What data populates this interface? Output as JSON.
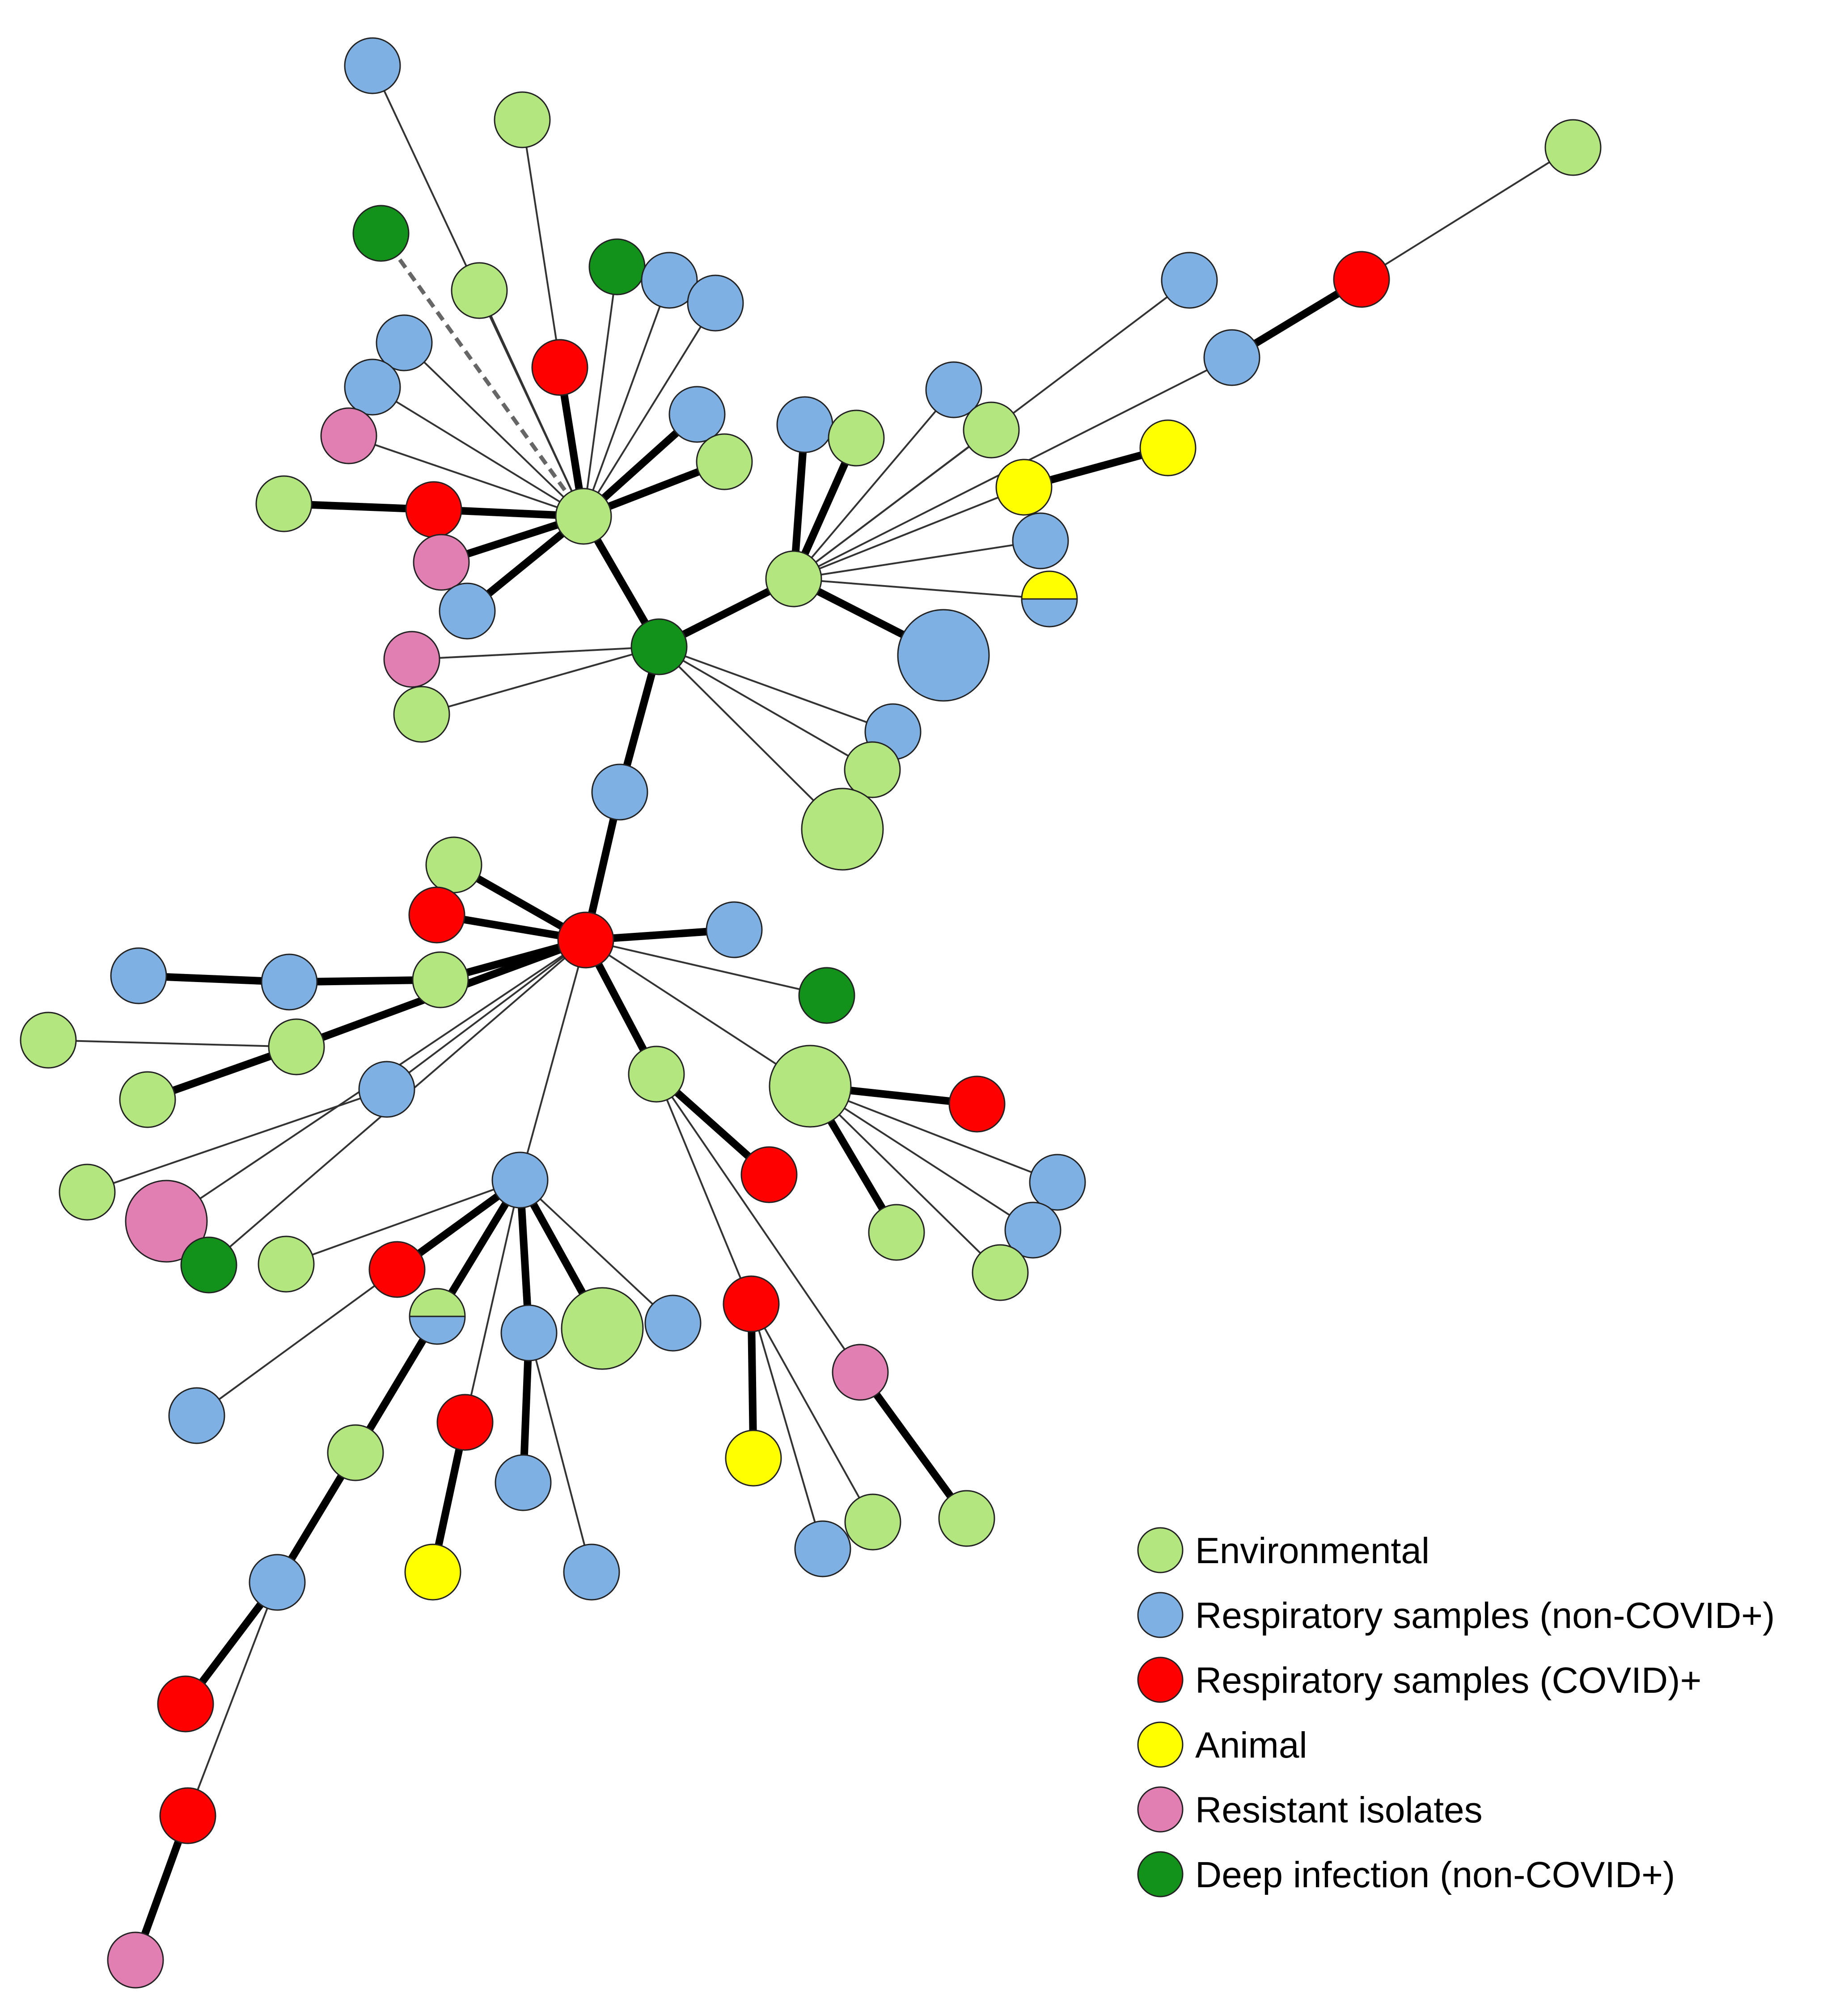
{
  "legend": {
    "items": [
      {
        "key": "env",
        "label": "Environmental",
        "color": "#b3e67e"
      },
      {
        "key": "resp",
        "label": "Respiratory samples (non-COVID+)",
        "color": "#7eb0e3"
      },
      {
        "key": "covid",
        "label": "Respiratory samples (COVID)+",
        "color": "#ff0000"
      },
      {
        "key": "animal",
        "label": "Animal",
        "color": "#ffff00"
      },
      {
        "key": "resist",
        "label": "Resistant isolates",
        "color": "#e27fb2"
      },
      {
        "key": "deep",
        "label": "Deep infection (non-COVID+)",
        "color": "#12921b"
      }
    ]
  },
  "network": {
    "link_styles": [
      "thick",
      "thin",
      "dashed"
    ],
    "node_size_levels": [
      "single",
      "medium",
      "large"
    ]
  }
}
